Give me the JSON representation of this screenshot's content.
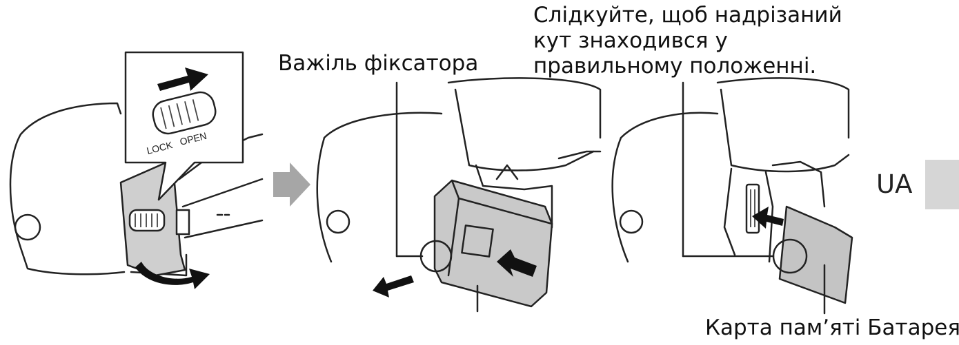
{
  "labels": {
    "latch_lever": "Важіль фіксатора",
    "notch_lines": [
      "Слідкуйте, щоб надрізаний",
      "кут знаходився у",
      "правильному положенні."
    ],
    "bottom_caption": "Карта пам’яті Батарея",
    "lock": "LOCK",
    "open": "OPEN",
    "language": "UA"
  },
  "colors": {
    "arrow_gray": "#a6a6a6",
    "battery_fill": "#c9c9c9",
    "card_fill": "#c4c4c4",
    "tab_gray": "#d6d6d6"
  },
  "icons": [
    "step-arrow-icon",
    "slide-arrow-icon",
    "curved-arrow-icon",
    "insert-arrow-icon",
    "eject-arrow-icon"
  ]
}
